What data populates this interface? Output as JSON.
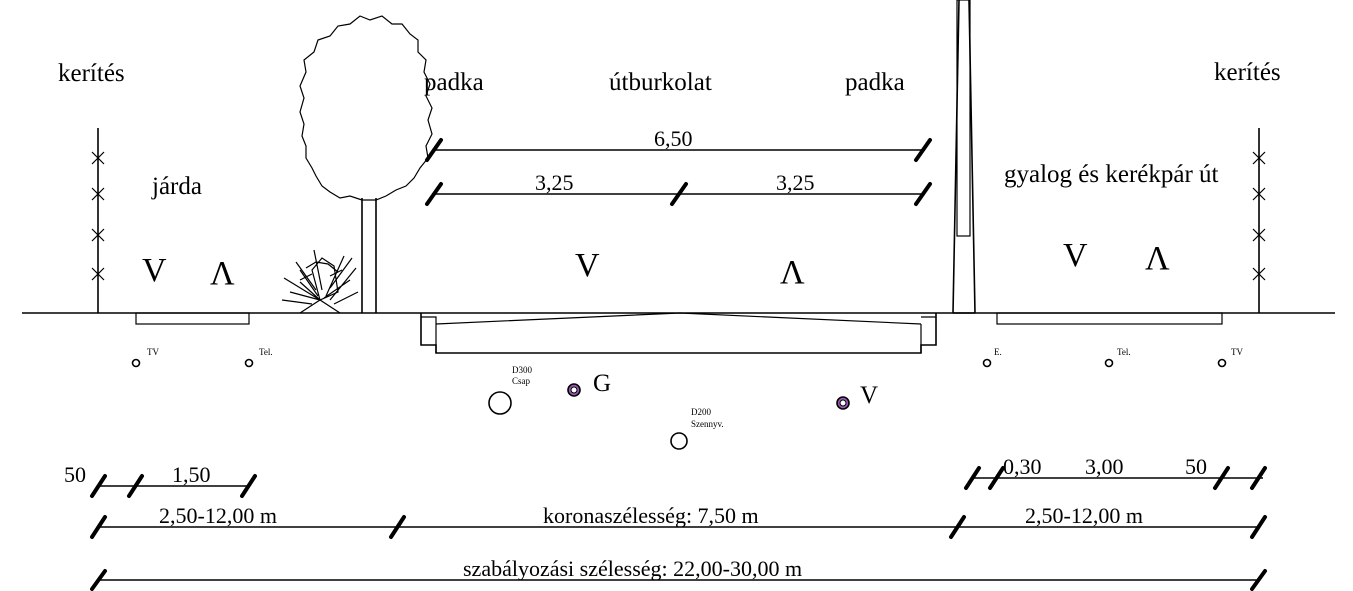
{
  "labels": {
    "fence_left": "kerítés",
    "fence_right": "kerítés",
    "shoulder_left": "padka",
    "pavement": "útburkolat",
    "shoulder_right": "padka",
    "sidewalk": "járda",
    "bike_path": "gyalog és kerékpár út"
  },
  "directions": {
    "sidewalk_down": "V",
    "sidewalk_up": "Λ",
    "road_down": "V",
    "road_up": "Λ",
    "bike_down": "V",
    "bike_up": "Λ"
  },
  "dimensions": {
    "top_total": "6,50",
    "top_half_left": "3,25",
    "top_half_right": "3,25",
    "left_fifty": "50",
    "left_sidewalk": "1,50",
    "right_gap": "0,30",
    "right_path": "3,00",
    "right_fifty": "50",
    "left_range": "2,50-12,00 m",
    "crown_width": "koronaszélesség: 7,50 m",
    "right_range": "2,50-12,00 m",
    "regulation_width": "szabályozási szélesség: 22,00-30,00 m"
  },
  "utilities": {
    "tv_left": "TV",
    "tel_left": "Tel.",
    "e_right": "E.",
    "tel_right": "Tel.",
    "tv_right": "TV",
    "d300": "D300",
    "csap": "Csap",
    "gas": "G",
    "d200": "D200",
    "szennyv": "Szennyv.",
    "water": "V"
  },
  "colors": {
    "line": "#000000",
    "pipe_accent": "#9b59b6"
  }
}
